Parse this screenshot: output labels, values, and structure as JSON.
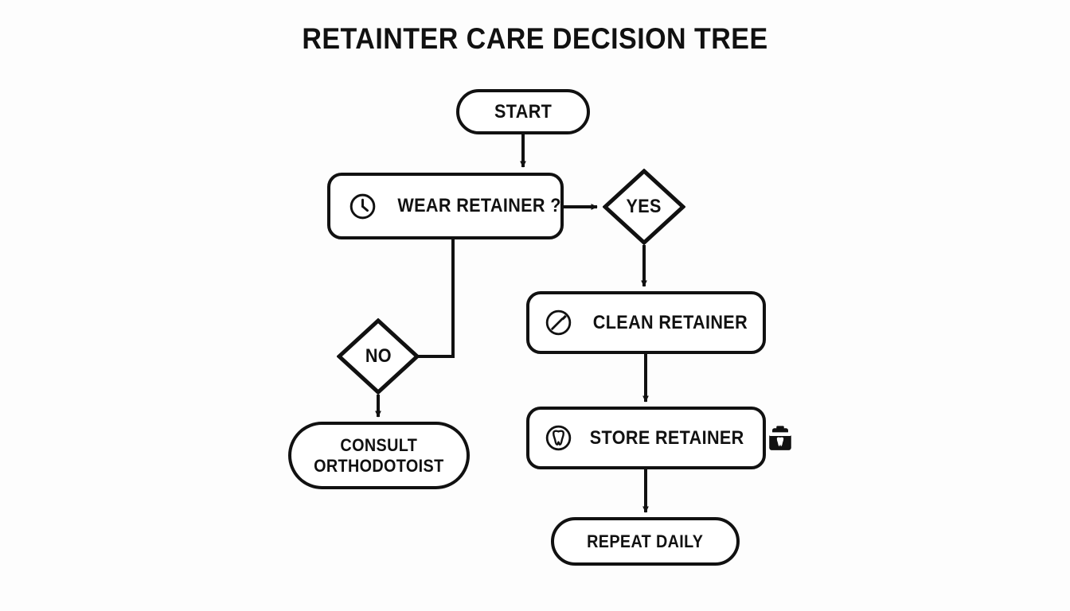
{
  "page": {
    "title": "RETAINTER CARE DECISION TREE",
    "background_color": "#fdfdfd",
    "line_color": "#111111",
    "node_fill": "#ffffff"
  },
  "chart_data": {
    "type": "diagram",
    "diagram_kind": "flowchart",
    "title": "RETAINTER CARE DECISION TREE",
    "orientation": "top-down",
    "nodes": [
      {
        "id": "start",
        "label": "START",
        "shape": "pill",
        "icons": []
      },
      {
        "id": "wear",
        "label": "WEAR RETAINER ?",
        "shape": "rounded-rect",
        "icons": [
          "clock-icon"
        ]
      },
      {
        "id": "yes",
        "label": "YES",
        "shape": "diamond",
        "icons": []
      },
      {
        "id": "no",
        "label": "NO",
        "shape": "diamond",
        "icons": []
      },
      {
        "id": "clean",
        "label": "CLEAN RETAINER",
        "shape": "rounded-rect",
        "icons": [
          "toothbrush-icon"
        ]
      },
      {
        "id": "store",
        "label": "STORE RETAINER",
        "shape": "rounded-rect",
        "icons": [
          "tooth-icon",
          "retainer-case-icon"
        ]
      },
      {
        "id": "consult",
        "label": "CONSULT ORTHODOTOIST",
        "shape": "pill",
        "icons": []
      },
      {
        "id": "repeat",
        "label": "REPEAT DAILY",
        "shape": "pill",
        "icons": []
      }
    ],
    "edges": [
      {
        "from": "start",
        "to": "wear",
        "label": "",
        "arrow": true,
        "style": "straight"
      },
      {
        "from": "wear",
        "to": "yes",
        "label": "",
        "arrow": true,
        "style": "straight"
      },
      {
        "from": "wear",
        "to": "no",
        "label": "",
        "arrow": false,
        "style": "elbow"
      },
      {
        "from": "yes",
        "to": "clean",
        "label": "",
        "arrow": true,
        "style": "straight"
      },
      {
        "from": "clean",
        "to": "store",
        "label": "",
        "arrow": true,
        "style": "straight"
      },
      {
        "from": "store",
        "to": "repeat",
        "label": "",
        "arrow": true,
        "style": "straight"
      },
      {
        "from": "no",
        "to": "consult",
        "label": "",
        "arrow": true,
        "style": "straight"
      }
    ]
  },
  "nodes": {
    "start": {
      "label": "START"
    },
    "wear": {
      "label": "WEAR RETAINER ?"
    },
    "yes": {
      "label": "YES"
    },
    "no": {
      "label": "NO"
    },
    "clean": {
      "label": "CLEAN RETAINER"
    },
    "store": {
      "label": "STORE RETAINER"
    },
    "consult": {
      "line1": "CONSULT",
      "line2": "ORTHODOTOIST"
    },
    "repeat": {
      "label": "REPEAT DAILY"
    }
  }
}
